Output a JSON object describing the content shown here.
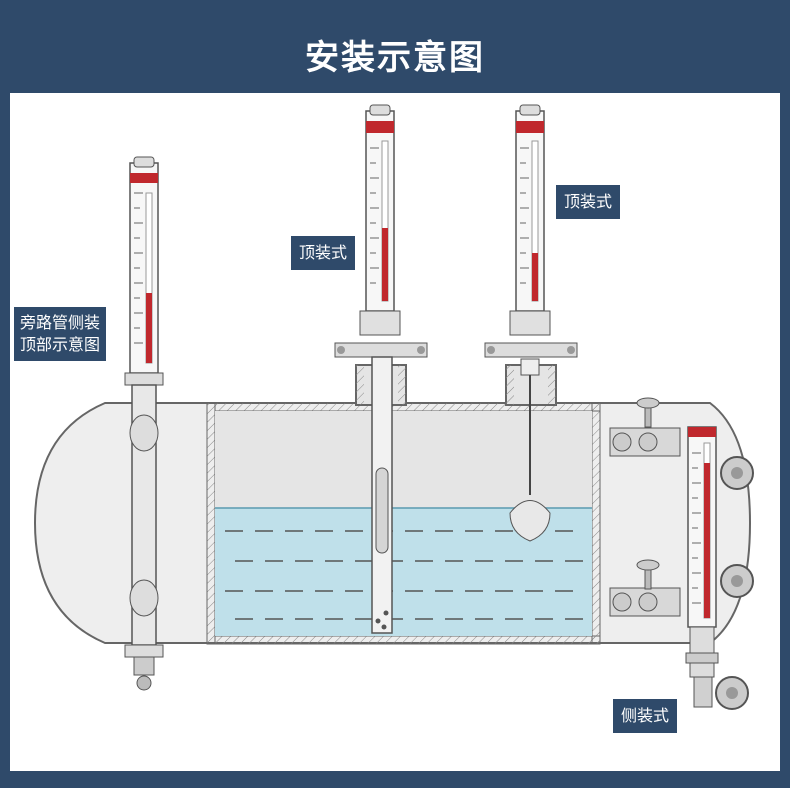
{
  "title": "安装示意图",
  "labels": {
    "bypass": [
      "旁路管侧装",
      "顶部示意图"
    ],
    "top_a": "顶装式",
    "top_b": "顶装式",
    "side": "侧装式"
  },
  "colors": {
    "background": "#2f4a6a",
    "panel": "#ffffff",
    "tank_fill": "#e5e5e5",
    "liquid": "#bfe0ea",
    "gauge_red": "#c0282d",
    "label_bg": "#2f4a6a"
  }
}
